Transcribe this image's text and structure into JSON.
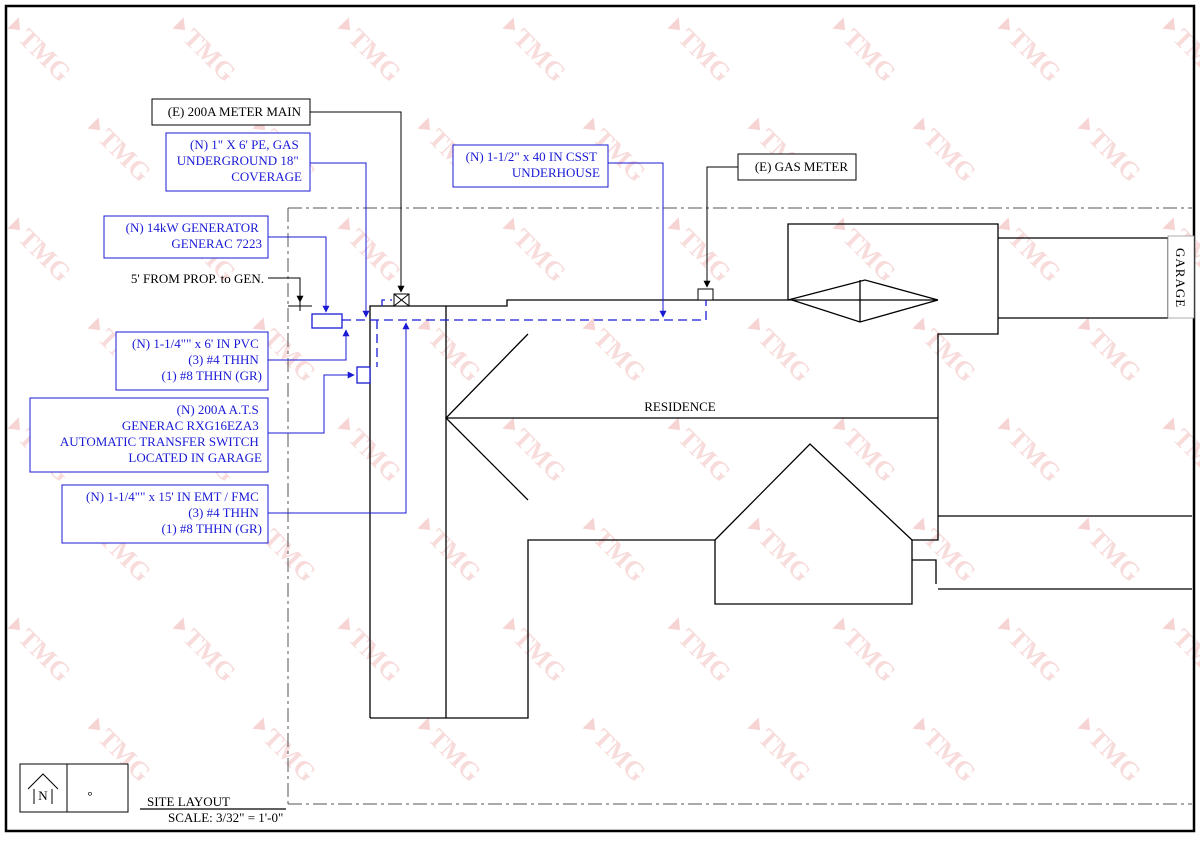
{
  "title": "SITE LAYOUT",
  "scale": "SCALE: 3/32\" = 1'-0\"",
  "north_symbol_letter": "N",
  "north_note": "°",
  "building": {
    "residence_label": "RESIDENCE",
    "garage_label": "GARAGE"
  },
  "watermark": {
    "text": "TMG",
    "color": "#f0b0b0"
  },
  "colors": {
    "new_work": "#1a1ad6",
    "existing": "#000000"
  },
  "callouts": {
    "meter_main": [
      "(E) 200A METER MAIN"
    ],
    "gas_pe": [
      "(N) 1\" X 6' PE, GAS",
      "UNDERGROUND 18\"",
      "COVERAGE"
    ],
    "csst": [
      "(N) 1-1/2\" x 40 IN CSST",
      "UNDERHOUSE"
    ],
    "gas_meter": [
      "(E) GAS METER"
    ],
    "generator": [
      "(N) 14kW GENERATOR",
      "GENERAC 7223"
    ],
    "prop_distance": [
      "5' FROM PROP. to GEN."
    ],
    "pvc": [
      "(N) 1-1/4\"\" x 6' IN PVC",
      "(3) #4 THHN",
      "(1) #8 THHN (GR)"
    ],
    "ats": [
      "(N) 200A A.T.S",
      "GENERAC RXG16EZA3",
      "AUTOMATIC TRANSFER SWITCH",
      "LOCATED IN GARAGE"
    ],
    "emt": [
      "(N) 1-1/4\"\" x 15' IN EMT / FMC",
      "(3) #4 THHN",
      "(1) #8 THHN (GR)"
    ]
  }
}
